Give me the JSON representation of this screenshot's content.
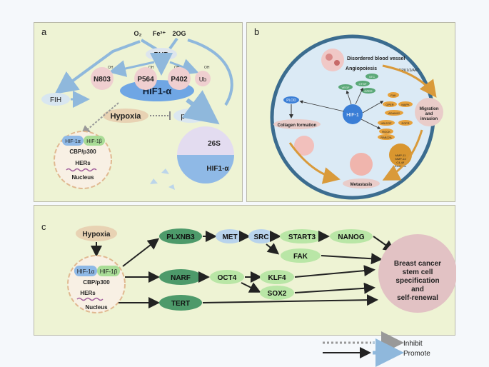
{
  "panel_a": {
    "label": "a",
    "o2": "O₂",
    "fe": "Fe²⁺",
    "og": "2OG",
    "phd": "PHD",
    "fih": "FIH",
    "oh": "OH",
    "n803": "N803",
    "p564": "P564",
    "p402": "P402",
    "ub": "Ub",
    "hif1a": "HIF1-α",
    "hypoxia": "Hypoxia",
    "pvhl": "pVHL",
    "nuc_hif1a": "HIF-1α",
    "nuc_hif1b": "HIF-1β",
    "cbp": "CBP/p300",
    "hers": "HERs",
    "nucleus": "Nucleus",
    "proteasome": "26S",
    "degraded": "HIF1-α"
  },
  "panel_b": {
    "label": "b",
    "disordered": "Disordered blood vessel",
    "angiogenesis": "Angiopoiesis",
    "vegf": "VEGF",
    "ctgf": "CTGF",
    "stc": "STC",
    "gper1": "GPER",
    "plod": "PLOD",
    "hif1": "HIF-1",
    "collagen": "Collagen formation",
    "erk": "ERK1/2/AKT",
    "fak": "FAK",
    "gper2": "GPER",
    "map": "MAPK",
    "adam": "ADAM12",
    "hbegf": "HB-EGF",
    "egfr": "EGFR",
    "rock": "ROCK",
    "rab": "RAB22A",
    "migration": "Migration and invasion",
    "mmp": "MMP-11 MMP-14 C4-4A Exosome",
    "metastasis": "Metastasis"
  },
  "panel_c": {
    "label": "c",
    "hypoxia": "Hypoxia",
    "hif1a": "HIF-1α",
    "hif1b": "HIF-1β",
    "cbp": "CBP/p300",
    "hers": "HERs",
    "nucleus": "Nucleus",
    "plxnb3": "PLXNB3",
    "met": "MET",
    "src": "SRC",
    "start3": "START3",
    "nanog": "NANOG",
    "fak": "FAK",
    "narf": "NARF",
    "oct4": "OCT4",
    "klf4": "KLF4",
    "sox2": "SOX2",
    "tert": "TERT",
    "outcome": "Breast cancer stem cell specification and self-renewal"
  },
  "legend": {
    "inhibit": "Inhibit",
    "promote": "Promote"
  },
  "colors": {
    "panel_bg": "#eef3d4",
    "dark_green": "#4d9a6a",
    "light_green": "#b9e6a6",
    "light_blue": "#b8d3ec",
    "blue": "#3a7ed6",
    "pink": "#e9ccc9",
    "orange": "#e7a23c"
  }
}
